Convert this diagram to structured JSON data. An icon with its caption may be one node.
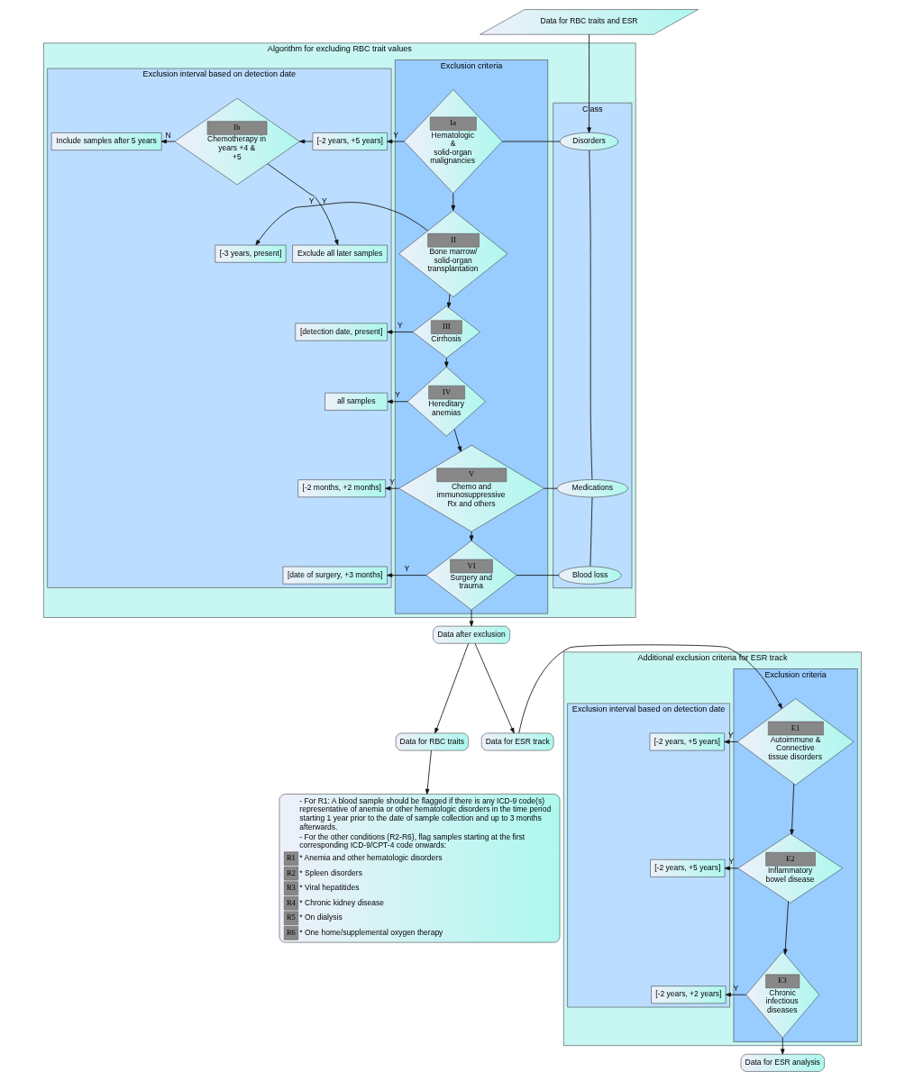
{
  "diagram": {
    "nodes": [
      {
        "text": [
          "Algorithm for excluding RBC trait values"
        ]
      },
      {
        "text": [
          "Class"
        ],
        "in": 0
      },
      {
        "text": [
          "Exclusion criteria"
        ],
        "in": 0
      },
      {
        "text": [
          "Exclusion interval based on detection date"
        ],
        "in": 0
      },
      {
        "text": [
          "Disorders"
        ],
        "in": 1
      },
      {
        "text": [
          "Medications"
        ],
        "in": 1
      },
      {
        "text": [
          "Blood loss"
        ],
        "in": 1
      },
      {
        "text": [
          "Ia",
          "Hematologic & solid-organ malignancies"
        ],
        "in": 2
      },
      {
        "text": [
          "II",
          "Bone marrow/ solid-organ transplantation"
        ],
        "in": 2
      },
      {
        "text": [
          "III",
          "Cirrhosis"
        ],
        "in": 2
      },
      {
        "text": [
          "IV",
          "Hereditary anemias"
        ],
        "in": 2
      },
      {
        "text": [
          "V",
          "Chemo and immunosuppressive Rx and others"
        ],
        "in": 2
      },
      {
        "text": [
          "VI",
          "Surgery and trauma"
        ],
        "in": 2
      },
      {
        "text": [
          "[-2 years, +5 years]"
        ],
        "in": 3
      },
      {
        "text": [
          "Ib",
          "Chemotherapy in years +4 & +5"
        ],
        "in": 3
      },
      {
        "text": [
          "Include samples after 5 years"
        ],
        "in": 3
      },
      {
        "text": [
          "Exclude all later samples"
        ],
        "in": 3
      },
      {
        "text": [
          "[-3 years, present]"
        ],
        "in": 3
      },
      {
        "text": [
          "[detection date, present]"
        ],
        "in": 3
      },
      {
        "text": [
          "all samples"
        ],
        "in": 3
      },
      {
        "text": [
          "[-2 months, +2 months]"
        ],
        "in": 3
      },
      {
        "text": [
          "[date of surgery, +3 months]"
        ],
        "in": 3
      },
      {
        "text": [
          "Data for RBC traits and ESR"
        ]
      },
      {
        "text": [
          "Data after exclusion"
        ]
      },
      {
        "text": [
          "Data for RBC traits"
        ]
      },
      {
        "text": [
          "Data for ESR track"
        ]
      },
      {
        "text": [
          "- For R1: A blood sample should be flagged if there is any ICD-9 code(s) representative of anemia or other hematologic disorders in the time period starting 1 year prior to the date of sample collection and up to 3 months afterwards.",
          "- For the other conditions (R2-R6), flag samples starting at the first corresponding ICD-9/CPT-4 code onwards:",
          "R1",
          "* Anemia and other hematologic disorders",
          "R2",
          "* Spleen disorders",
          "R3",
          "* Viral hepatitides",
          "R4",
          "* Chronic kidney disease",
          "R5",
          "* On dialysis",
          "R6",
          "* One home/supplemental oxygen therapy"
        ]
      },
      {
        "text": [
          "Additional exclusion criteria for ESR track"
        ]
      },
      {
        "text": [
          "Exclusion criteria"
        ],
        "in": 27
      },
      {
        "text": [
          "Exclusion interval based on detection date"
        ],
        "in": 27
      },
      {
        "text": [
          "E1",
          "Autoimmune & Connective tissue disorders"
        ],
        "in": 28
      },
      {
        "text": [
          "E2",
          "Inflammatory bowel disease"
        ],
        "in": 28
      },
      {
        "text": [
          "E3",
          "Chronic infectious diseases"
        ],
        "in": 28
      },
      {
        "text": [
          "[-2 years, +5 years]"
        ],
        "in": 29
      },
      {
        "text": [
          "[-2 years, +5 years]"
        ],
        "in": 29
      },
      {
        "text": [
          "[-2 years, +2 years]"
        ],
        "in": 29
      },
      {
        "text": [
          "Data for ESR analysis"
        ]
      }
    ],
    "edges": [
      {
        "from": 22,
        "to": 4,
        "arrow": "to"
      },
      {
        "from": 4,
        "to": 7,
        "arrow": "none"
      },
      {
        "from": 4,
        "to": 5,
        "arrow": "none"
      },
      {
        "from": 5,
        "to": 6,
        "arrow": "none"
      },
      {
        "from": 5,
        "to": 11,
        "arrow": "none"
      },
      {
        "from": 6,
        "to": 12,
        "arrow": "none"
      },
      {
        "from": 7,
        "to": 13,
        "arrow": "to",
        "label": "Y"
      },
      {
        "from": 13,
        "to": 14,
        "arrow": "to"
      },
      {
        "from": 14,
        "to": 15,
        "arrow": "to",
        "label": "N"
      },
      {
        "from": 14,
        "to": 16,
        "arrow": "to",
        "label": "Y"
      },
      {
        "from": 7,
        "to": 8,
        "arrow": "to"
      },
      {
        "from": 8,
        "to": 17,
        "arrow": "to",
        "label": "Y"
      },
      {
        "from": 8,
        "to": 9,
        "arrow": "to"
      },
      {
        "from": 9,
        "to": 18,
        "arrow": "to",
        "label": "Y"
      },
      {
        "from": 9,
        "to": 10,
        "arrow": "to"
      },
      {
        "from": 10,
        "to": 19,
        "arrow": "to",
        "label": "Y"
      },
      {
        "from": 10,
        "to": 11,
        "arrow": "to"
      },
      {
        "from": 11,
        "to": 20,
        "arrow": "to",
        "label": "Y"
      },
      {
        "from": 11,
        "to": 12,
        "arrow": "to"
      },
      {
        "from": 12,
        "to": 21,
        "arrow": "to",
        "label": "Y"
      },
      {
        "from": 12,
        "to": 23,
        "arrow": "to"
      },
      {
        "from": 23,
        "to": 24,
        "arrow": "to"
      },
      {
        "from": 23,
        "to": 25,
        "arrow": "to"
      },
      {
        "from": 24,
        "to": 26,
        "arrow": "to"
      },
      {
        "from": 25,
        "to": 30,
        "arrow": "to"
      },
      {
        "from": 30,
        "to": 33,
        "arrow": "to",
        "label": "Y"
      },
      {
        "from": 30,
        "to": 31,
        "arrow": "to"
      },
      {
        "from": 31,
        "to": 34,
        "arrow": "to",
        "label": "Y"
      },
      {
        "from": 31,
        "to": 32,
        "arrow": "to"
      },
      {
        "from": 32,
        "to": 35,
        "arrow": "to",
        "label": "Y"
      },
      {
        "from": 32,
        "to": 36,
        "arrow": "to"
      }
    ]
  }
}
